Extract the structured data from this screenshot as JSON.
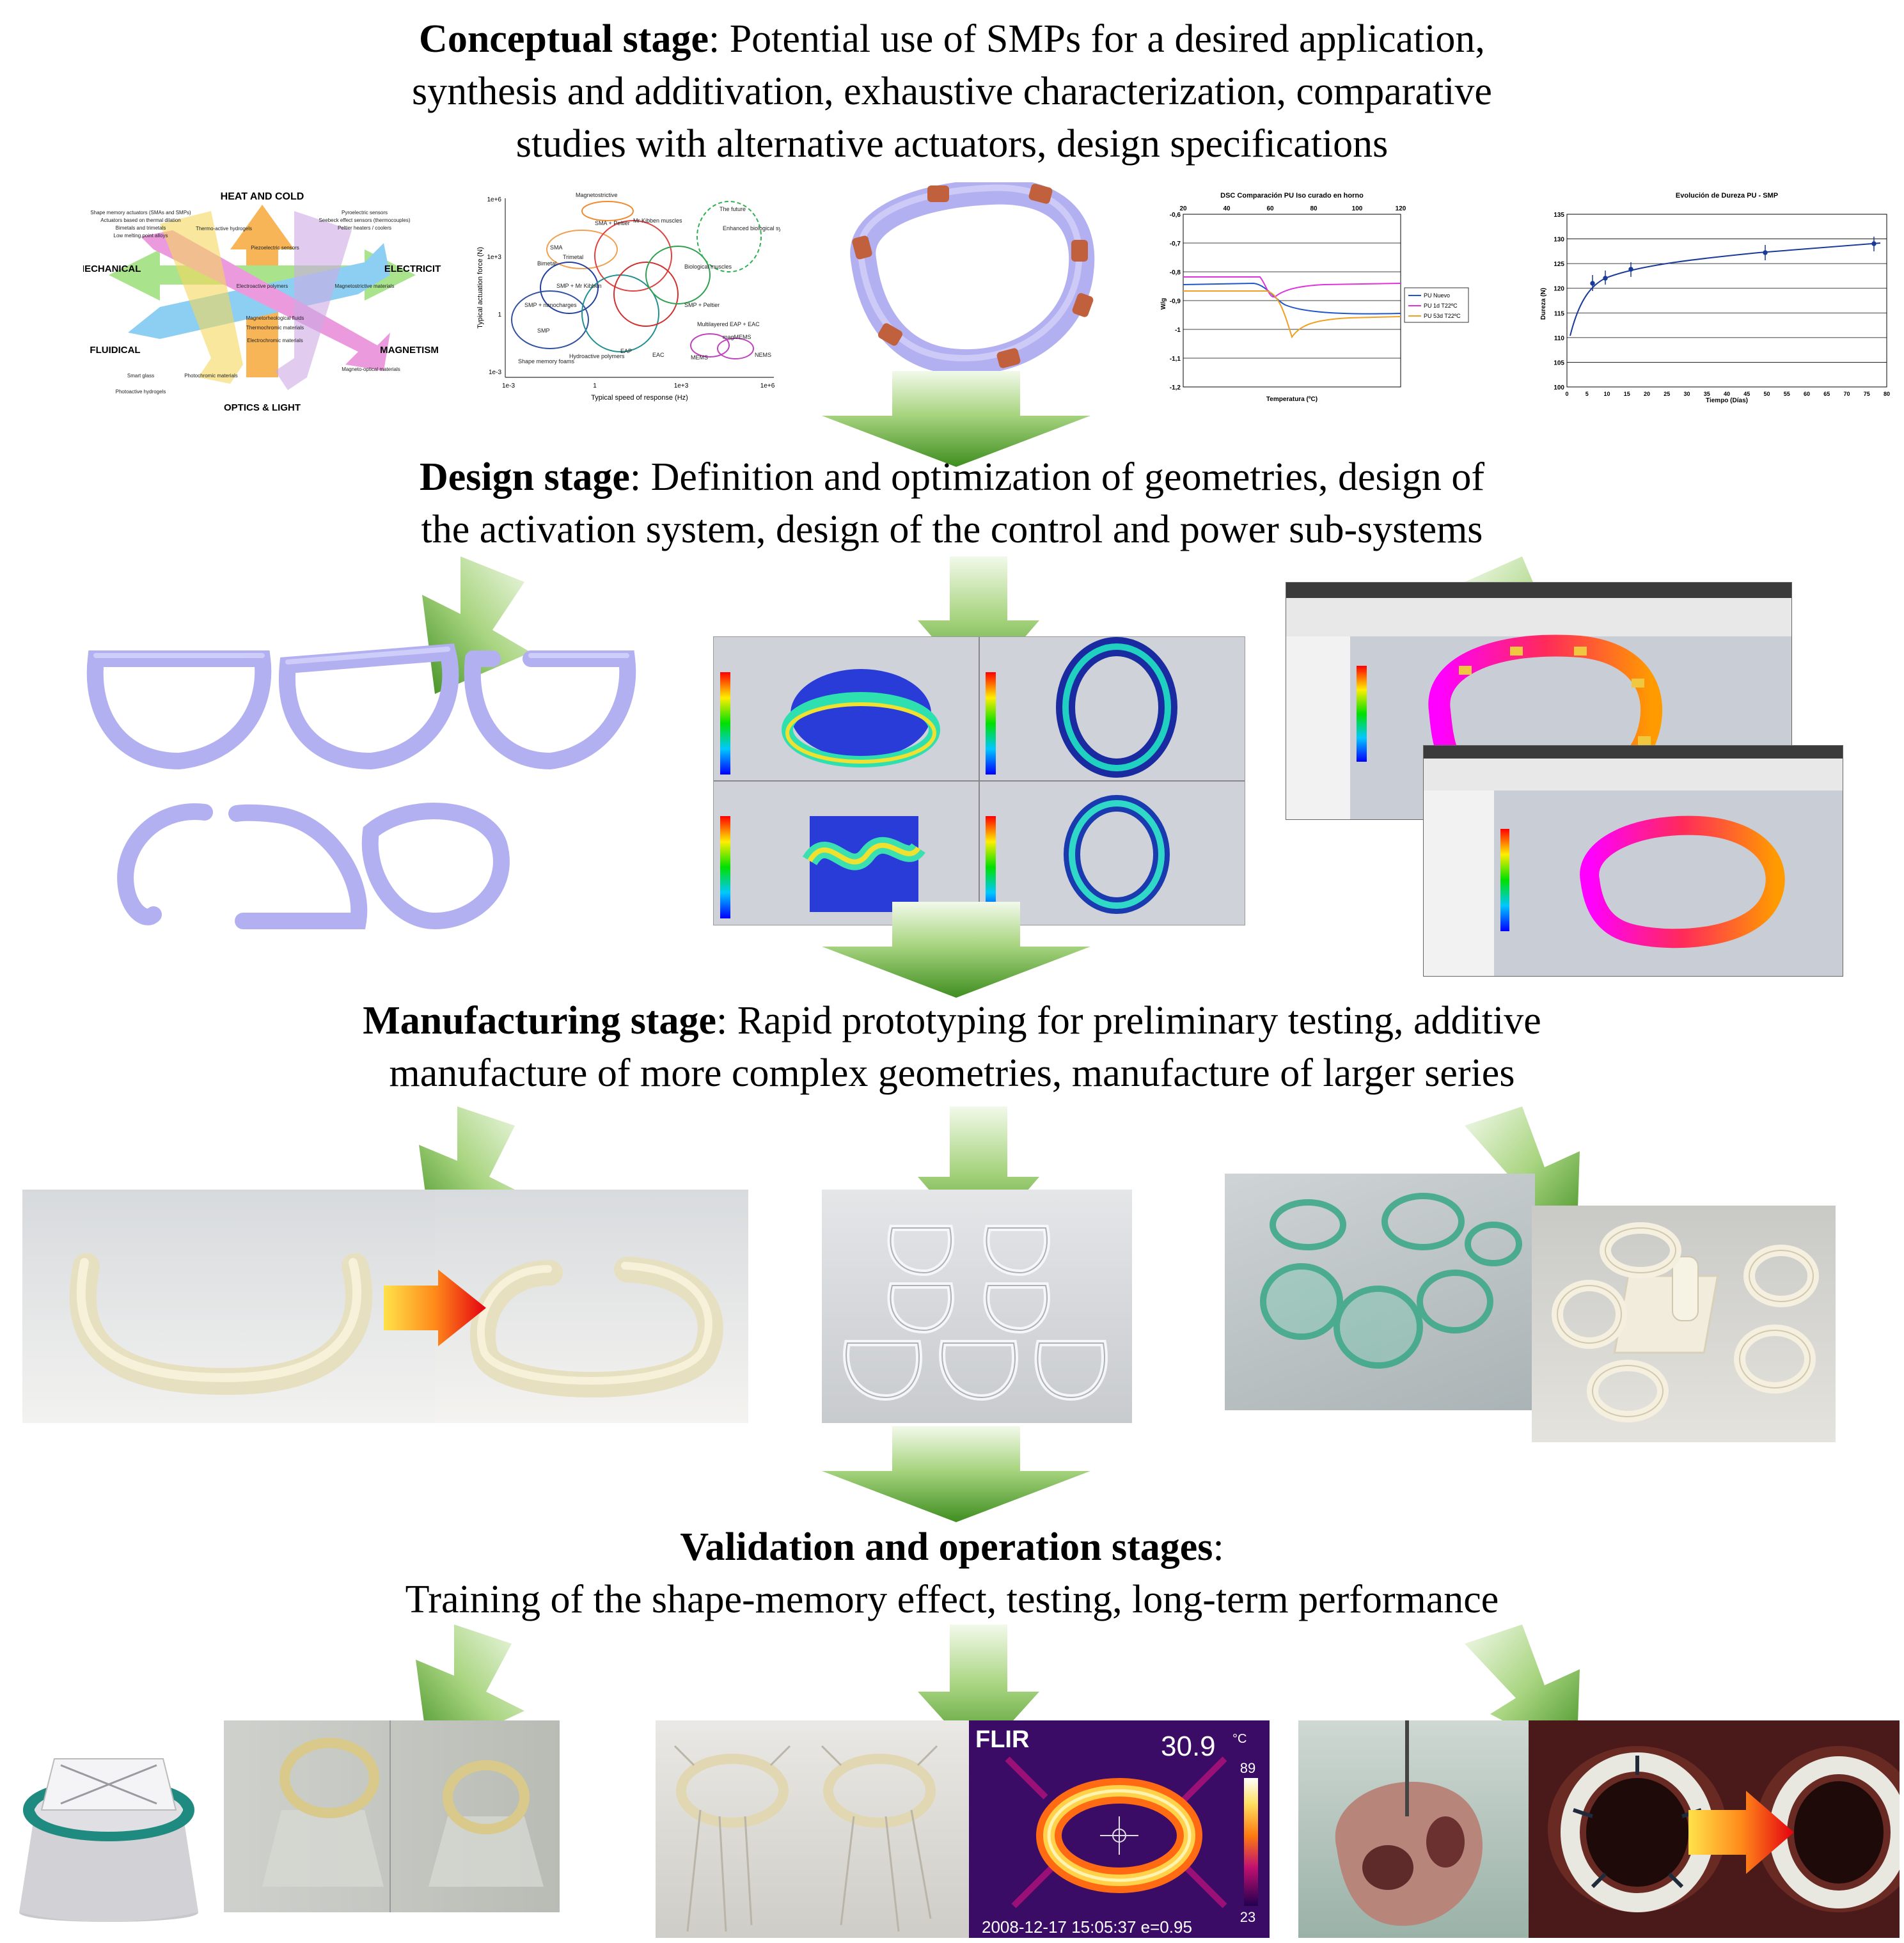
{
  "stages": [
    {
      "title": "Conceptual stage",
      "lines": [
        ": Potential use of SMPs for a desired application,",
        "synthesis and additivation, exhaustive characterization, comparative",
        "studies with alternative actuators, design specifications"
      ]
    },
    {
      "title": "Design stage",
      "lines": [
        ": Definition and optimization of geometries, design of",
        "the activation system, design of the control and power sub-systems"
      ]
    },
    {
      "title": "Manufacturing stage",
      "lines": [
        ": Rapid prototyping for preliminary testing, additive",
        "manufacture of more complex geometries, manufacture of larger series"
      ]
    },
    {
      "title": "Validation and operation stages",
      "lines": [
        ":",
        "Training of the shape-memory effect, testing, long-term performance"
      ]
    }
  ],
  "wheel": {
    "labels": {
      "top": "HEAT AND COLD",
      "left": "MECHANICAL",
      "right": "ELECTRICITY",
      "bottom": "OPTICS & LIGHT",
      "lower_left": "FLUIDICAL",
      "lower_right": "MAGNETISM"
    },
    "items": [
      "Shape memory actuators (SMAs and SMPs)",
      "Actuators based on thermal dilation",
      "Bimetals and trimetals",
      "Low melting point alloys",
      "Thermo-active hydrogels",
      "Pyroelectric sensors",
      "Seebeck effect sensors (thermocouples)",
      "Peltier heaters / coolers",
      "Piezoelectric sensors",
      "Electroactive polymers",
      "Magnetostrictive materials",
      "Magnetorheological fluids",
      "Thermochromic materials",
      "Electrochromic materials",
      "Photochromic materials",
      "Magneto-optical materials",
      "Smart glass",
      "Photoactive hydrogels"
    ]
  },
  "actuator_chart": {
    "ylabel": "Typical actuation force (N)",
    "xlabel": "Typical speed of response (Hz)",
    "yticks": [
      "1e+6",
      "1e+3",
      "1",
      "1e-3"
    ],
    "xticks": [
      "1e-3",
      "1",
      "1e+3",
      "1e+6"
    ],
    "labels": [
      "Magnetostrictive",
      "SMA + Peltier",
      "Mr Kibben muscles",
      "SMA",
      "Bimetal",
      "Trimetal",
      "SMP + Mr Kibben",
      "SMP + nanocharges",
      "SMP",
      "Shape memory foams",
      "Hydroactive polymers",
      "EAP",
      "EAC",
      "Biological muscles",
      "The future",
      "Enhanced biological systems",
      "SMP + Peltier",
      "Multilayered EAP + EAC",
      "MEMS",
      "magMEMS",
      "NEMS"
    ]
  },
  "dsc_chart": {
    "title": "DSC Comparación PU Iso curado en horno",
    "xlabel": "Temperatura (ºC)",
    "ylabel": "W/g",
    "xticks": [
      "20",
      "40",
      "60",
      "80",
      "100",
      "120"
    ],
    "yticks": [
      "-0,6",
      "-0,7",
      "-0,8",
      "-0,9",
      "-1",
      "-1,1",
      "-1,2"
    ],
    "legend": [
      "PU Nuevo",
      "PU 1d T22ºC",
      "PU 53d T22ºC"
    ],
    "colors": [
      "#2255cc",
      "#dd33dd",
      "#f0a020"
    ]
  },
  "hardness_chart": {
    "title": "Evolución de Dureza PU - SMP",
    "xlabel": "Tiempo (Días)",
    "ylabel": "Dureza (N)",
    "xticks": [
      "0",
      "5",
      "10",
      "15",
      "20",
      "25",
      "30",
      "35",
      "40",
      "45",
      "50",
      "55",
      "60",
      "65",
      "70",
      "75",
      "80"
    ],
    "yticks": [
      "135",
      "130",
      "125",
      "120",
      "115",
      "110",
      "105",
      "100"
    ]
  },
  "thermal": {
    "brand": "FLIR",
    "temperature": "30.9",
    "unit": "°C",
    "scale_max": "89",
    "scale_min": "23",
    "timestamp": "2008-12-17 15:05:37 e=0.95"
  },
  "colors": {
    "arrow_light": "#dff0c8",
    "arrow_dark": "#3c8c1e",
    "ring": "#b3b0f2"
  }
}
